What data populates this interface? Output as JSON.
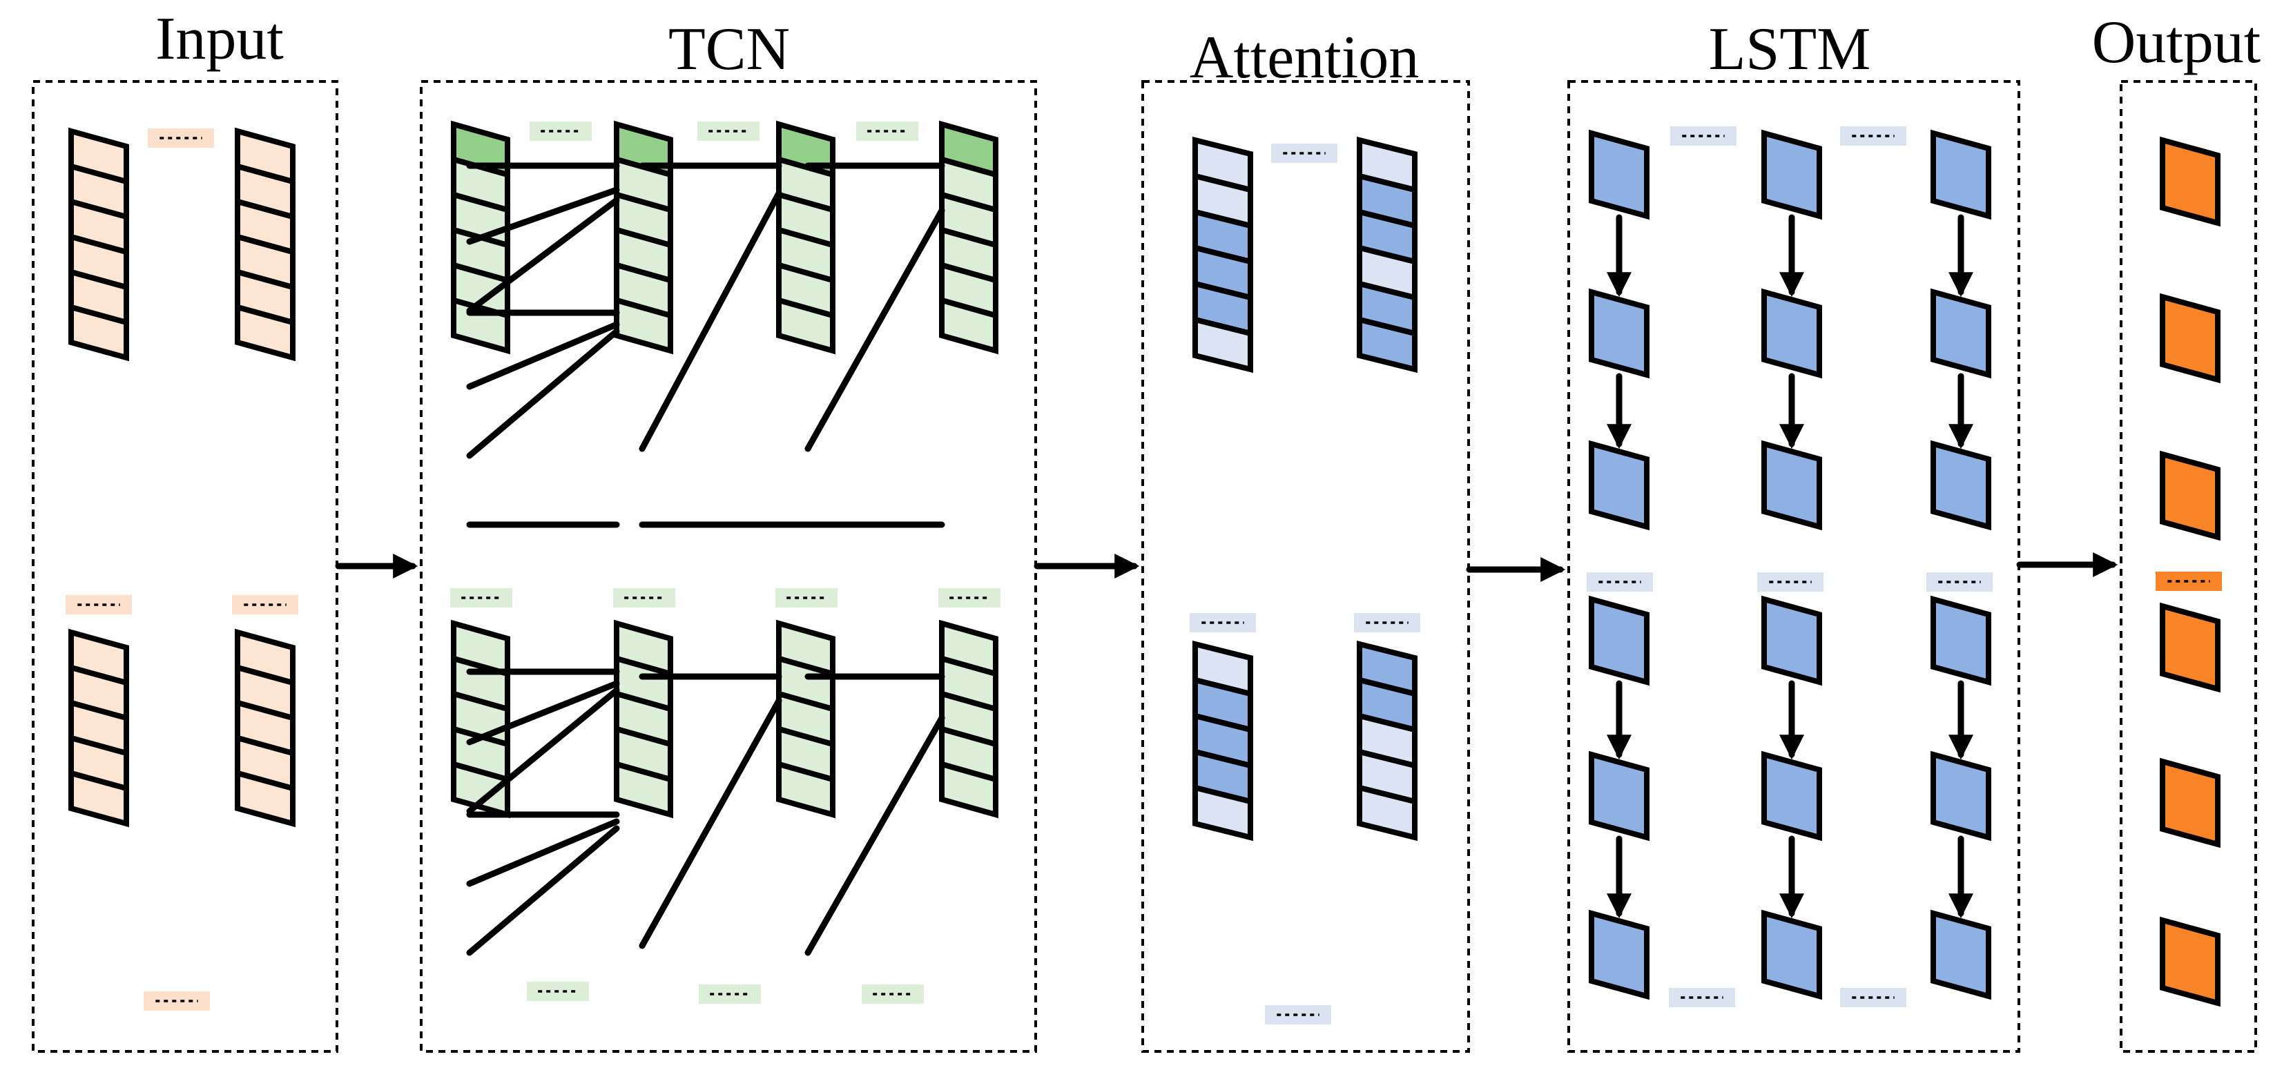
{
  "stages": [
    {
      "id": "input",
      "title": "Input"
    },
    {
      "id": "tcn",
      "title": "TCN"
    },
    {
      "id": "attention",
      "title": "Attention"
    },
    {
      "id": "lstm",
      "title": "LSTM"
    },
    {
      "id": "output",
      "title": "Output"
    }
  ],
  "colors": {
    "input_cell": "#FDE5D3",
    "input_ellipsis_bg": "#FDE0CC",
    "tcn_light": "#DCEED8",
    "tcn_dark": "#93CE8A",
    "tcn_ellipsis_bg": "#DDEED8",
    "attention_light": "#DCE3F3",
    "attention_dark": "#8EB0E3",
    "attention_ellipsis_bg": "#DBE3F1",
    "lstm_cell": "#8EB0E3",
    "lstm_ellipsis_bg": "#DBE3F1",
    "output_cell": "#F98327",
    "output_ellipsis_bg": "#F98327"
  },
  "attention_shading": {
    "top_left": [
      "light",
      "light",
      "dark",
      "dark",
      "dark",
      "light"
    ],
    "top_right": [
      "light",
      "dark",
      "dark",
      "light",
      "dark",
      "dark"
    ],
    "bottom_left": [
      "light",
      "dark",
      "dark",
      "dark",
      "light"
    ],
    "bottom_right": [
      "dark",
      "dark",
      "light",
      "light",
      "light"
    ]
  }
}
